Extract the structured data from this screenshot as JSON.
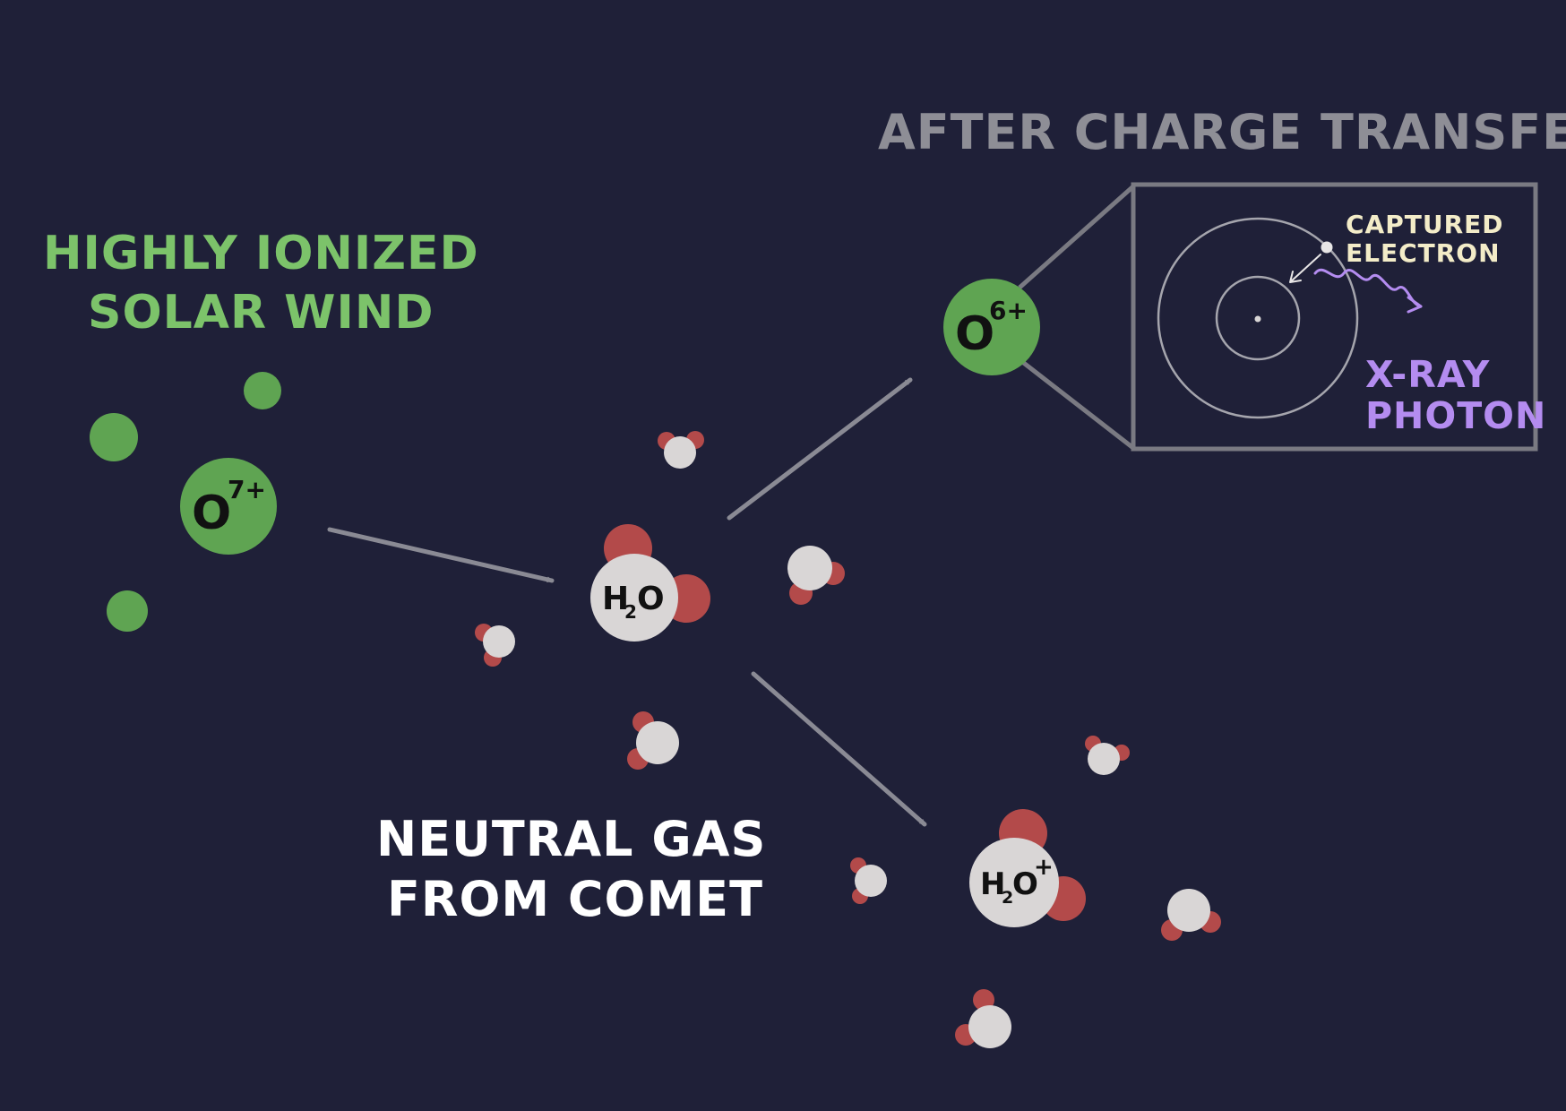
{
  "labels": {
    "solar_wind_line1": "HIGHLY IONIZED",
    "solar_wind_line2": "SOLAR WIND",
    "after_transfer": "AFTER CHARGE TRANSFER",
    "neutral_gas_line1": "NEUTRAL GAS",
    "neutral_gas_line2": "FROM COMET",
    "captured_line1": "CAPTURED",
    "captured_line2": "ELECTRON",
    "xray_line1": "X-RAY",
    "xray_line2": "PHOTON"
  },
  "ions": {
    "o7": {
      "symbol": "O",
      "charge": "7+"
    },
    "o6": {
      "symbol": "O",
      "charge": "6+"
    }
  },
  "molecules": {
    "h2o_neutral": {
      "h": "H",
      "sub": "2",
      "o": "O"
    },
    "h2o_ion": {
      "h": "H",
      "sub": "2",
      "o": "O",
      "charge": "+"
    }
  },
  "colors": {
    "background": "#1f2038",
    "solar_wind": "#5fa452",
    "label_green": "#7cc36a",
    "neutral": "#d9d6d6",
    "hydrogen_red": "#b34a4a",
    "arrow_gray": "#8a8a94",
    "inset_gray": "#7a7a82",
    "after_label": "#8e8e96",
    "captured_label": "#f3ecc8",
    "xray_purple": "#b48cf0",
    "white_label": "#ffffff"
  },
  "icons": {
    "arrow": "arrow-right-icon",
    "electron": "electron-dot-icon",
    "photon": "wavy-photon-icon"
  }
}
